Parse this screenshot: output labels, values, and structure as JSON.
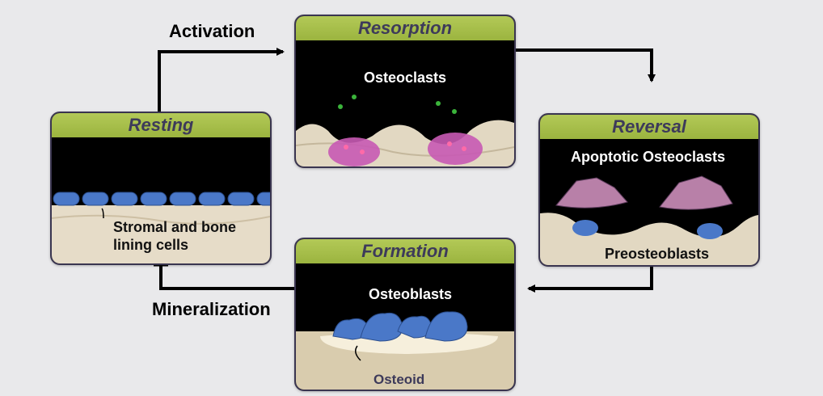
{
  "steps": {
    "activation": "Activation",
    "mineralization": "Mineralization"
  },
  "panels": {
    "resorption": {
      "title": "Resorption",
      "label": "Osteoclasts"
    },
    "resting": {
      "title": "Resting",
      "label_line1": "Stromal and bone",
      "label_line2": "lining cells"
    },
    "reversal": {
      "title": "Reversal",
      "label_top": "Apoptotic Osteoclasts",
      "label_bottom": "Preosteoblasts"
    },
    "formation": {
      "title": "Formation",
      "label_top": "Osteoblasts",
      "label_bottom": "Osteoid"
    }
  },
  "colors": {
    "header_green": "#a6bd49",
    "header_text": "#3d3a5a",
    "panel_border": "#3a3550",
    "bone": "#e6dcc8",
    "osteoclast": "#c85ab4",
    "osteoblast": "#4a78c8",
    "background": "#e9e9eb"
  }
}
